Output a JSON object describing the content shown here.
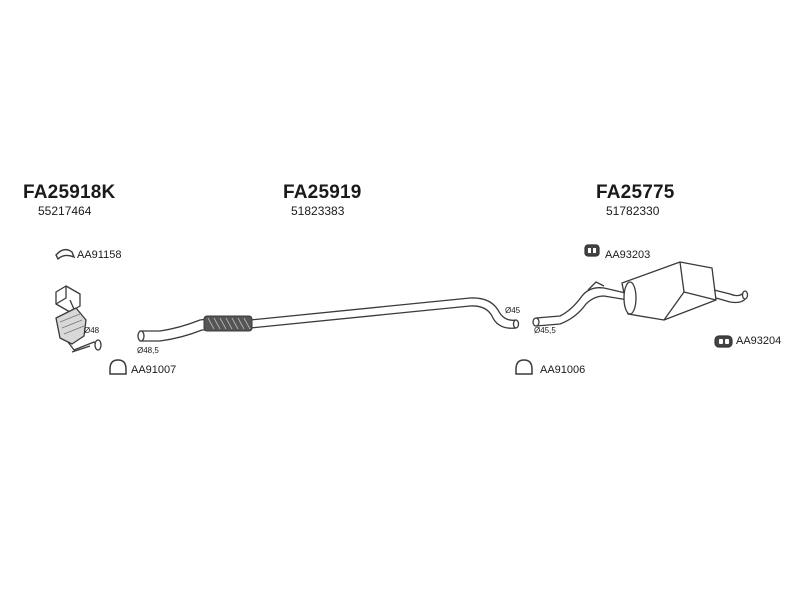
{
  "parts": [
    {
      "code": "FA25918K",
      "number": "55217464",
      "diameter": "Ø48"
    },
    {
      "code": "FA25919",
      "number": "51823383",
      "diameter_inlet": "Ø48,5",
      "diameter_outlet": "Ø45"
    },
    {
      "code": "FA25775",
      "number": "51782330",
      "diameter": "Ø45,5"
    }
  ],
  "accessories": {
    "a1": "AA91158",
    "a2": "AA91007",
    "a3": "AA91006",
    "a4": "AA93203",
    "a5": "AA93204"
  },
  "colors": {
    "line": "#3a3a3a",
    "fill": "#ffffff",
    "shade": "#cfcfcf",
    "dark": "#555555"
  }
}
